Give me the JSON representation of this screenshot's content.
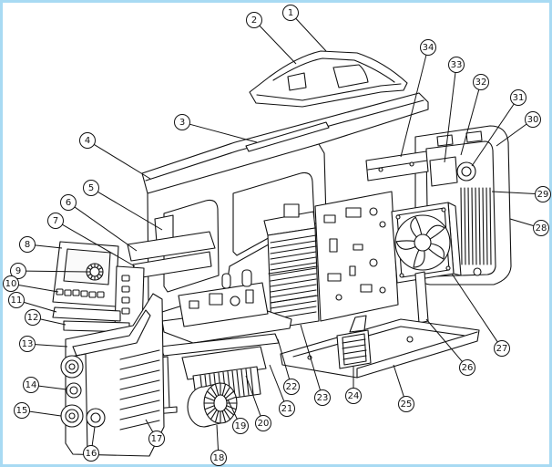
{
  "callouts": [
    "1",
    "2",
    "3",
    "4",
    "5",
    "6",
    "7",
    "8",
    "9",
    "10",
    "11",
    "12",
    "13",
    "14",
    "15",
    "16",
    "17",
    "18",
    "19",
    "20",
    "21",
    "22",
    "23",
    "24",
    "25",
    "26",
    "27",
    "28",
    "29",
    "30",
    "31",
    "32",
    "33",
    "34"
  ],
  "colors": {
    "line": "#111111",
    "frame": "#a8daf3",
    "paper": "#ffffff"
  }
}
